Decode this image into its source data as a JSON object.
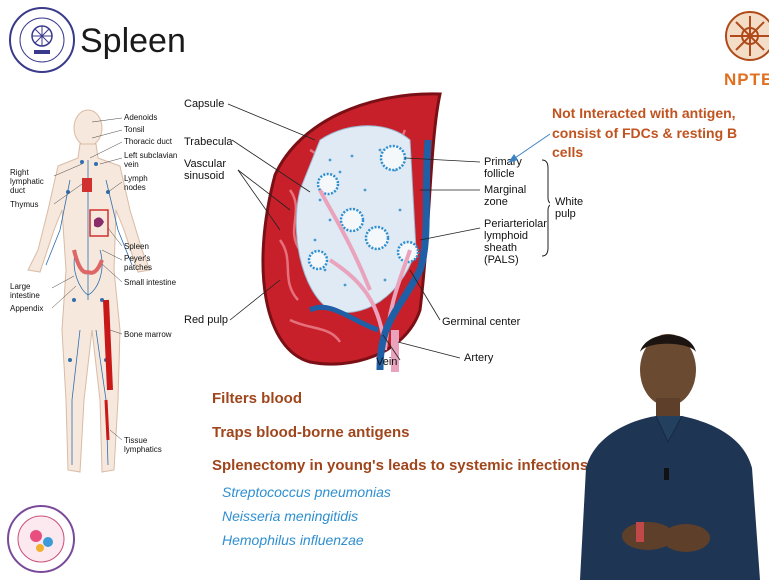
{
  "slide": {
    "title": "Spleen",
    "logo_right_text": "NPTEL"
  },
  "body_diagram": {
    "labels": {
      "adenoids": "Adenoids",
      "tonsil": "Tonsil",
      "thoracic_duct": "Thoracic duct",
      "left_subclavian_vein": "Left subclavian vein",
      "lymph_nodes": "Lymph nodes",
      "right_lymphatic_duct": "Right lymphatic duct",
      "thymus": "Thymus",
      "spleen": "Spleen",
      "peyers_patches": "Peyer's patches",
      "small_intestine": "Small intestine",
      "large_intestine": "Large intestine",
      "appendix": "Appendix",
      "bone_marrow": "Bone marrow",
      "tissue_lymphatics": "Tissue lymphatics"
    }
  },
  "spleen_diagram": {
    "labels": {
      "capsule": "Capsule",
      "trabecula": "Trabecula",
      "vascular_sinusoid": "Vascular sinusoid",
      "red_pulp": "Red pulp",
      "primary_follicle": "Primary follicle",
      "marginal_zone": "Marginal zone",
      "pals": "Periarteriolar lymphoid sheath (PALS)",
      "white_pulp": "White pulp",
      "germinal_center": "Germinal center",
      "vein": "Vein",
      "artery": "Artery"
    }
  },
  "annotation": {
    "line1": "Not Interacted with antigen,",
    "line2": "consist of FDCs & resting B cells"
  },
  "bullets": [
    "Filters blood",
    "Traps blood-borne antigens",
    "Splenectomy in young's leads to systemic infections"
  ],
  "organisms": [
    "Streptococcus pneumonias",
    "Neisseria meningitidis",
    "Hemophilus influenzae"
  ],
  "colors": {
    "accent_orange": "#c0531f",
    "bullet_brown": "#a0461c",
    "organism_blue": "#2e8fd0",
    "spleen_red": "#c8202a",
    "nptel_orange": "#e07020"
  }
}
